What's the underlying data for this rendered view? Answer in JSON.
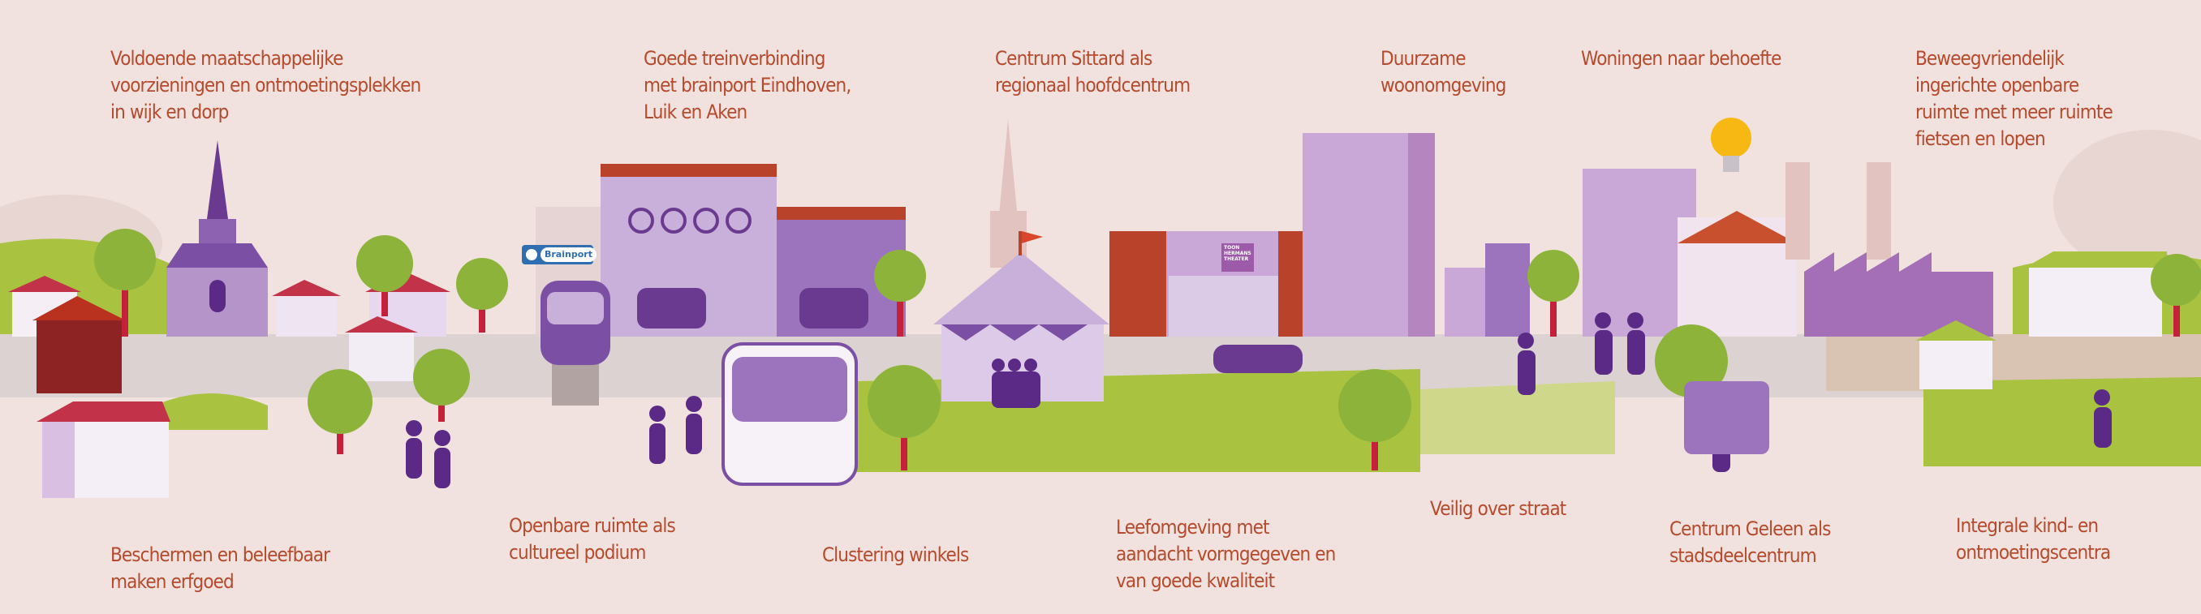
{
  "top_labels": [
    {
      "id": "voorzieningen",
      "lines": [
        "Voldoende maatschappelijke",
        "voorzieningen en ontmoetingsplekken",
        "in wijk en dorp"
      ]
    },
    {
      "id": "treinverbinding",
      "lines": [
        "Goede treinverbinding",
        "met brainport Eindhoven,",
        "Luik en Aken"
      ]
    },
    {
      "id": "centrum-sittard",
      "lines": [
        "Centrum Sittard als",
        "regionaal hoofdcentrum"
      ]
    },
    {
      "id": "duurzame-woonomgeving",
      "lines": [
        "Duurzame",
        "woonomgeving"
      ]
    },
    {
      "id": "woningen",
      "lines": [
        "Woningen naar behoefte"
      ]
    },
    {
      "id": "beweegvriendelijk",
      "lines": [
        "Beweegvriendelijk",
        "ingerichte openbare",
        "ruimte met meer ruimte",
        "fietsen en lopen"
      ]
    }
  ],
  "bottom_labels": [
    {
      "id": "erfgoed",
      "lines": [
        "Beschermen en beleefbaar",
        "maken erfgoed"
      ]
    },
    {
      "id": "cultureel-podium",
      "lines": [
        "Openbare ruimte als",
        "cultureel podium"
      ]
    },
    {
      "id": "clustering-winkels",
      "lines": [
        "Clustering winkels"
      ]
    },
    {
      "id": "leefomgeving",
      "lines": [
        "Leefomgeving met",
        "aandacht vormgegeven en",
        "van goede kwaliteit"
      ]
    },
    {
      "id": "veilig-over-straat",
      "lines": [
        "Veilig over straat"
      ]
    },
    {
      "id": "centrum-geleen",
      "lines": [
        "Centrum Geleen als",
        "stadsdeelcentrum"
      ]
    },
    {
      "id": "kindcentra",
      "lines": [
        "Integrale kind- en",
        "ontmoetingscentra"
      ]
    }
  ],
  "signs": {
    "station": "Brainport",
    "theater": [
      "TOON",
      "HERMANS",
      "THEATER"
    ]
  },
  "colors": {
    "background": "#f1e2df",
    "text": "#b64a2c",
    "purple": "#5b2a86",
    "lilac": "#c9a8d8",
    "green": "#8db33a",
    "trunk": "#c4213a",
    "road": "#dcd2d1"
  }
}
